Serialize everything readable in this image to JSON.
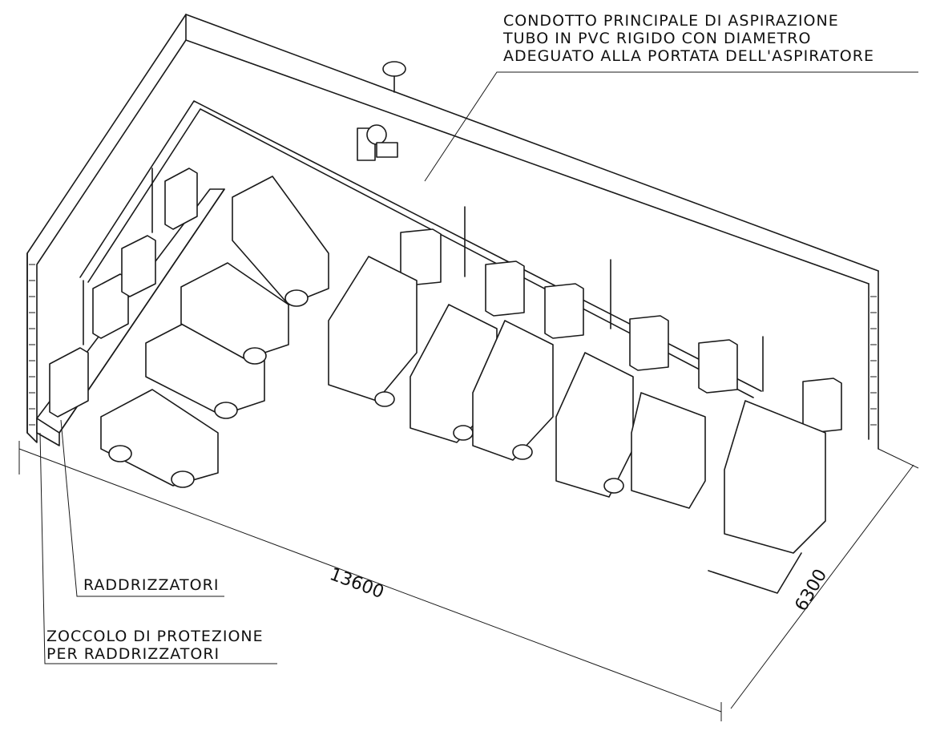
{
  "callouts": {
    "main_duct": [
      "CONDOTTO PRINCIPALE DI ASPIRAZIONE",
      "TUBO IN PVC RIGIDO CON DIAMETRO",
      "ADEGUATO ALLA PORTATA DELL'ASPIRATORE"
    ],
    "rectifiers": "RADDRIZZATORI",
    "plinth": [
      "ZOCCOLO DI PROTEZIONE",
      "PER RADDRIZZATORI"
    ]
  },
  "dimensions": {
    "length": "13600",
    "width": "6300"
  }
}
